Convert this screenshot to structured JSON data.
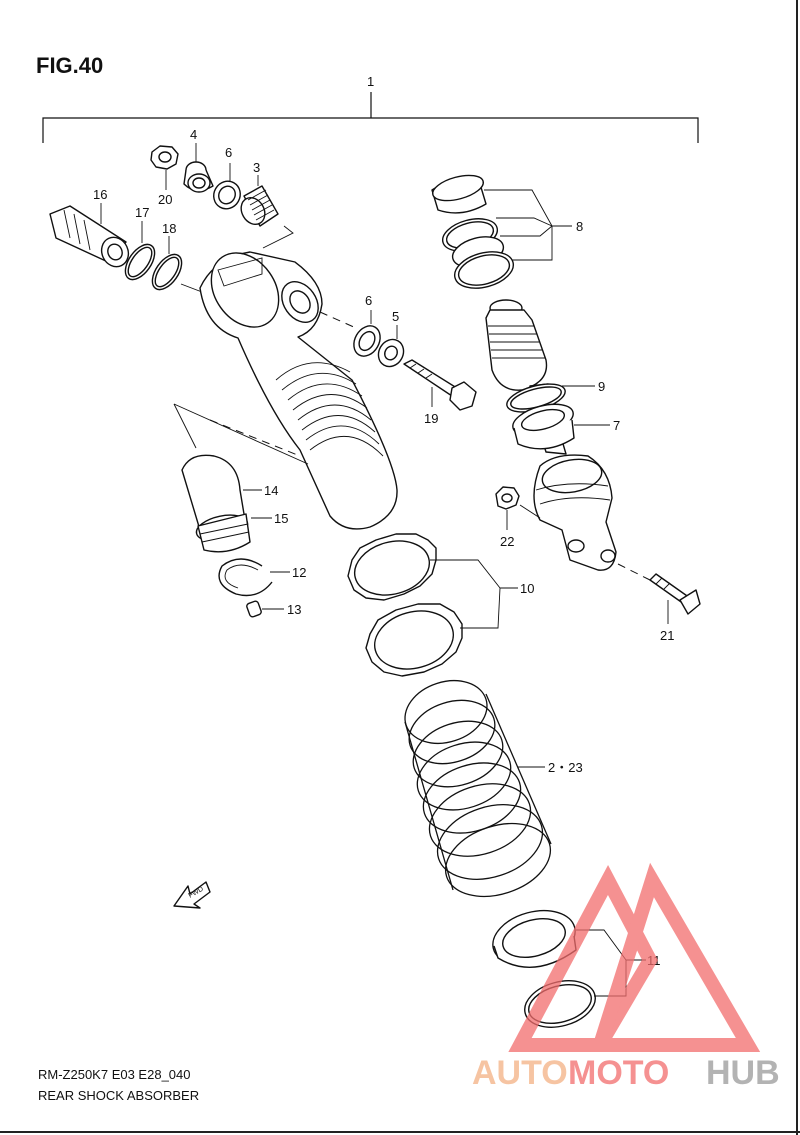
{
  "figure": {
    "title": "FIG.40",
    "model_code": "RM-Z250K7 E03 E28_040",
    "name": "REAR SHOCK ABSORBER"
  },
  "callouts": {
    "c1": "1",
    "c2_23": "2・23",
    "c3": "3",
    "c4": "4",
    "c5": "5",
    "c6a": "6",
    "c6b": "6",
    "c7": "7",
    "c8": "8",
    "c9": "9",
    "c10": "10",
    "c11": "11",
    "c12": "12",
    "c13": "13",
    "c14": "14",
    "c15": "15",
    "c16": "16",
    "c17": "17",
    "c18": "18",
    "c19": "19",
    "c20": "20",
    "c21": "21",
    "c22": "22"
  },
  "fwd_marker": "FWD",
  "watermark": {
    "text_auto": "AUTO",
    "text_moto": "MOTO",
    "text_hub": "HUB",
    "color_orange": "#f4b183",
    "color_red": "#f26d6d",
    "color_grey": "#9a9a9a"
  }
}
